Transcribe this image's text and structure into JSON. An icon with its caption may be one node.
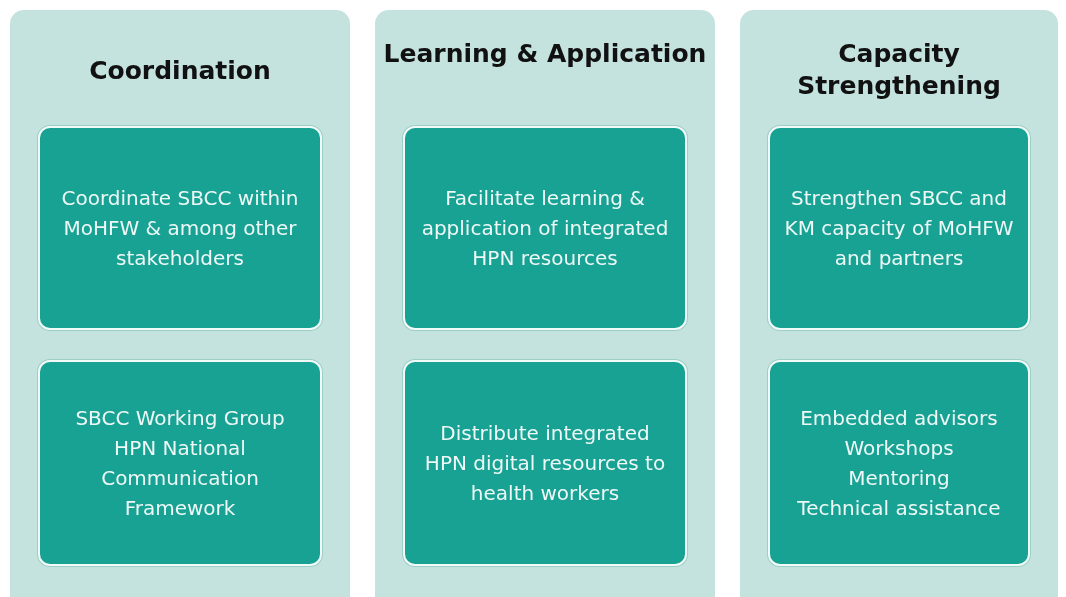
{
  "diagram": {
    "nodes": [
      {
        "text": [
          "Coordination"
        ]
      },
      {
        "text": [
          "Coordinate SBCC within MoHFW & among other stakeholders"
        ],
        "in": 0
      },
      {
        "text": [
          "SBCC Working Group",
          "HPN National Communication Framework"
        ],
        "in": 0
      },
      {
        "text": [
          "Learning & Application"
        ]
      },
      {
        "text": [
          "Facilitate learning & application of integrated HPN resources"
        ],
        "in": 3
      },
      {
        "text": [
          "Distribute integrated HPN digital resources to health workers"
        ],
        "in": 3
      },
      {
        "text": [
          "Capacity Strengthening"
        ]
      },
      {
        "text": [
          "Strengthen SBCC and KM capacity of MoHFW and partners"
        ],
        "in": 6
      },
      {
        "text": [
          "Embedded advisors",
          "Workshops",
          "Mentoring",
          "Technical assistance"
        ],
        "in": 6
      }
    ]
  }
}
